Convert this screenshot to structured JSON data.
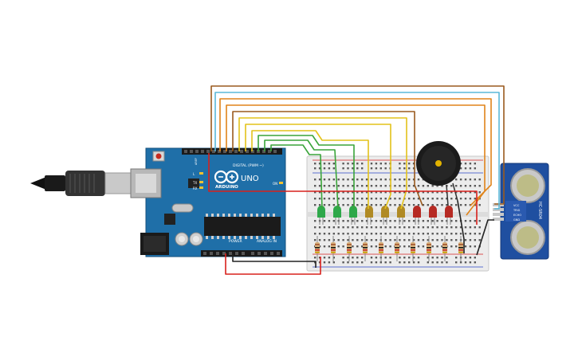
{
  "board": {
    "brand": "ARDUINO",
    "model": "UNO",
    "digital_label": "DIGITAL (PWM ~)",
    "power_label": "POWER",
    "analog_label": "ANALOG IN",
    "aref_label": "AREF",
    "gnd_label": "GND",
    "tx_label": "TX",
    "rx_label": "RX",
    "l_label": "L",
    "on_label": "ON"
  },
  "sensor": {
    "model": "HC-SR04",
    "pins": [
      "VCC",
      "TRIG",
      "ECHO",
      "GND"
    ]
  },
  "leds": {
    "colors": [
      "green",
      "green",
      "green",
      "yellow",
      "yellow",
      "yellow",
      "red",
      "red",
      "red"
    ]
  },
  "colors": {
    "board_blue": "#1f6fa8",
    "led_green": "#2ea84a",
    "led_yellow": "#b08a24",
    "led_red": "#b62a23",
    "wire_orange": "#e0841a",
    "wire_brown": "#9a5a1e",
    "wire_yellow": "#e3c21a",
    "wire_green": "#3aa43a",
    "wire_cyan": "#5ab8d8",
    "wire_red": "#d8201c",
    "wire_black": "#222222"
  }
}
